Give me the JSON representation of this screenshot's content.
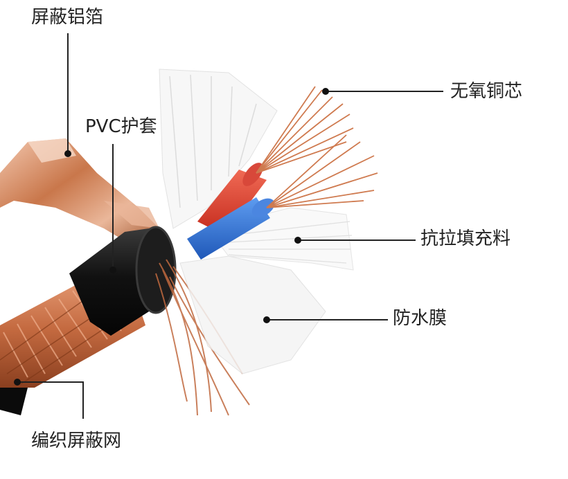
{
  "labels": {
    "shield_foil": "屏蔽铝箔",
    "pvc_jacket": "PVC护套",
    "copper_core": "无氧铜芯",
    "filler": "抗拉填充料",
    "waterproof_film": "防水膜",
    "braided_shield": "编织屏蔽网"
  },
  "colors": {
    "copper": "#c8744a",
    "jacket": "#151515",
    "red_insulation": "#e03a2a",
    "blue_insulation": "#2e6fd6",
    "film": "#f2f2f2",
    "leader_line": "#222222"
  }
}
